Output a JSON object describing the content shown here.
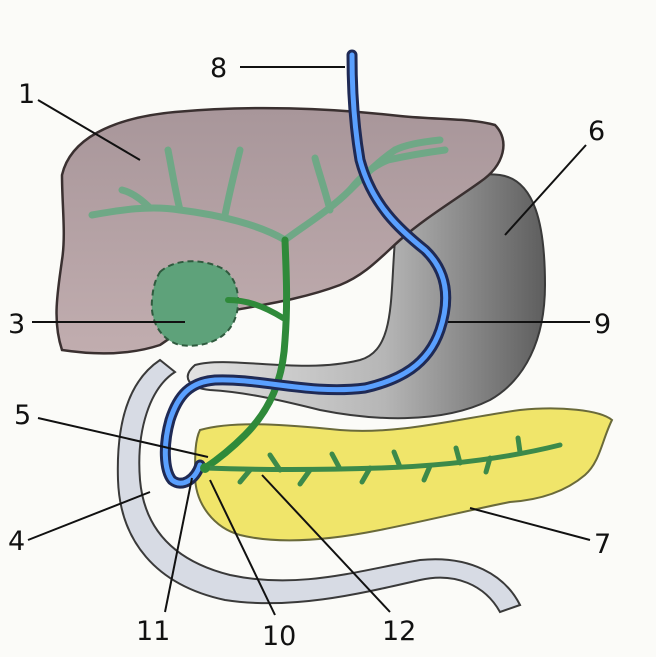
{
  "labels": {
    "n1": "1",
    "n3": "3",
    "n4": "4",
    "n5": "5",
    "n6": "6",
    "n7": "7",
    "n8": "8",
    "n9": "9",
    "n10": "10",
    "n11": "11",
    "n12": "12"
  },
  "colors": {
    "background": "#fbfbf8",
    "liver": "#b59fa1",
    "liver_outline": "#3a3030",
    "bile_duct": "#2f8a3a",
    "bile_branch": "#6fa886",
    "gallbladder": "#5aa078",
    "stomach": "#8c8c8c",
    "duodenum": "#c8ccd6",
    "pancreas": "#f2e96a",
    "pancreatic_duct": "#3c8a4a",
    "vessel_blue": "#3f7fe0",
    "ink": "#111111"
  }
}
